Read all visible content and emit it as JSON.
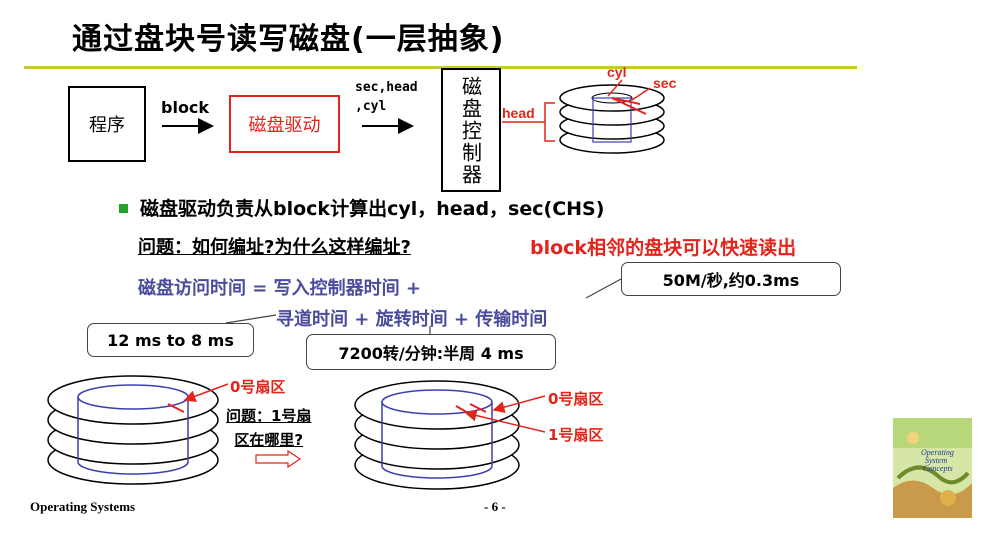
{
  "slide": {
    "title": "通过盘块号读写磁盘(一层抽象)",
    "footer_left": "Operating Systems",
    "page_number": "- 6 -"
  },
  "flow": {
    "program_label": "程序",
    "block_label": "block",
    "driver_label": "磁盘驱动",
    "chs_label_line1": "sec,head",
    "chs_label_line2": ",cyl",
    "controller_label": "磁盘控制器",
    "disk_labels": {
      "cyl": "cyl",
      "sec": "sec",
      "head": "head"
    }
  },
  "bullet": "磁盘驱动负责从block计算出cyl，head，sec(CHS)",
  "question": {
    "text": "问题：如何编址?为什么这样编址?",
    "answer_red": "block相邻的盘块可以快速读出"
  },
  "formula": {
    "line1": "磁盘访问时间 =  写入控制器时间 +",
    "line2": "寻道时间 + 旋转时间 + 传输时间"
  },
  "callouts": {
    "transfer": "50M/秒,约0.3ms",
    "seek": "12 ms to 8 ms",
    "rotation": "7200转/分钟:半周 4 ms"
  },
  "bottom": {
    "question_line1": "问题：1号扇",
    "question_line2": "区在哪里?",
    "sector0_left": "0号扇区",
    "sector0_right": "0号扇区",
    "sector1_right": "1号扇区"
  },
  "book_cover": {
    "title_line1": "Operating",
    "title_line2": "System",
    "title_line3": "Concepts"
  },
  "colors": {
    "title_rule": "#c6cc28",
    "accent_red": "#e3241b",
    "formula_blue": "#4a4c9c",
    "bullet_green": "#23a32b",
    "disk_blue": "#3b3fb0"
  }
}
